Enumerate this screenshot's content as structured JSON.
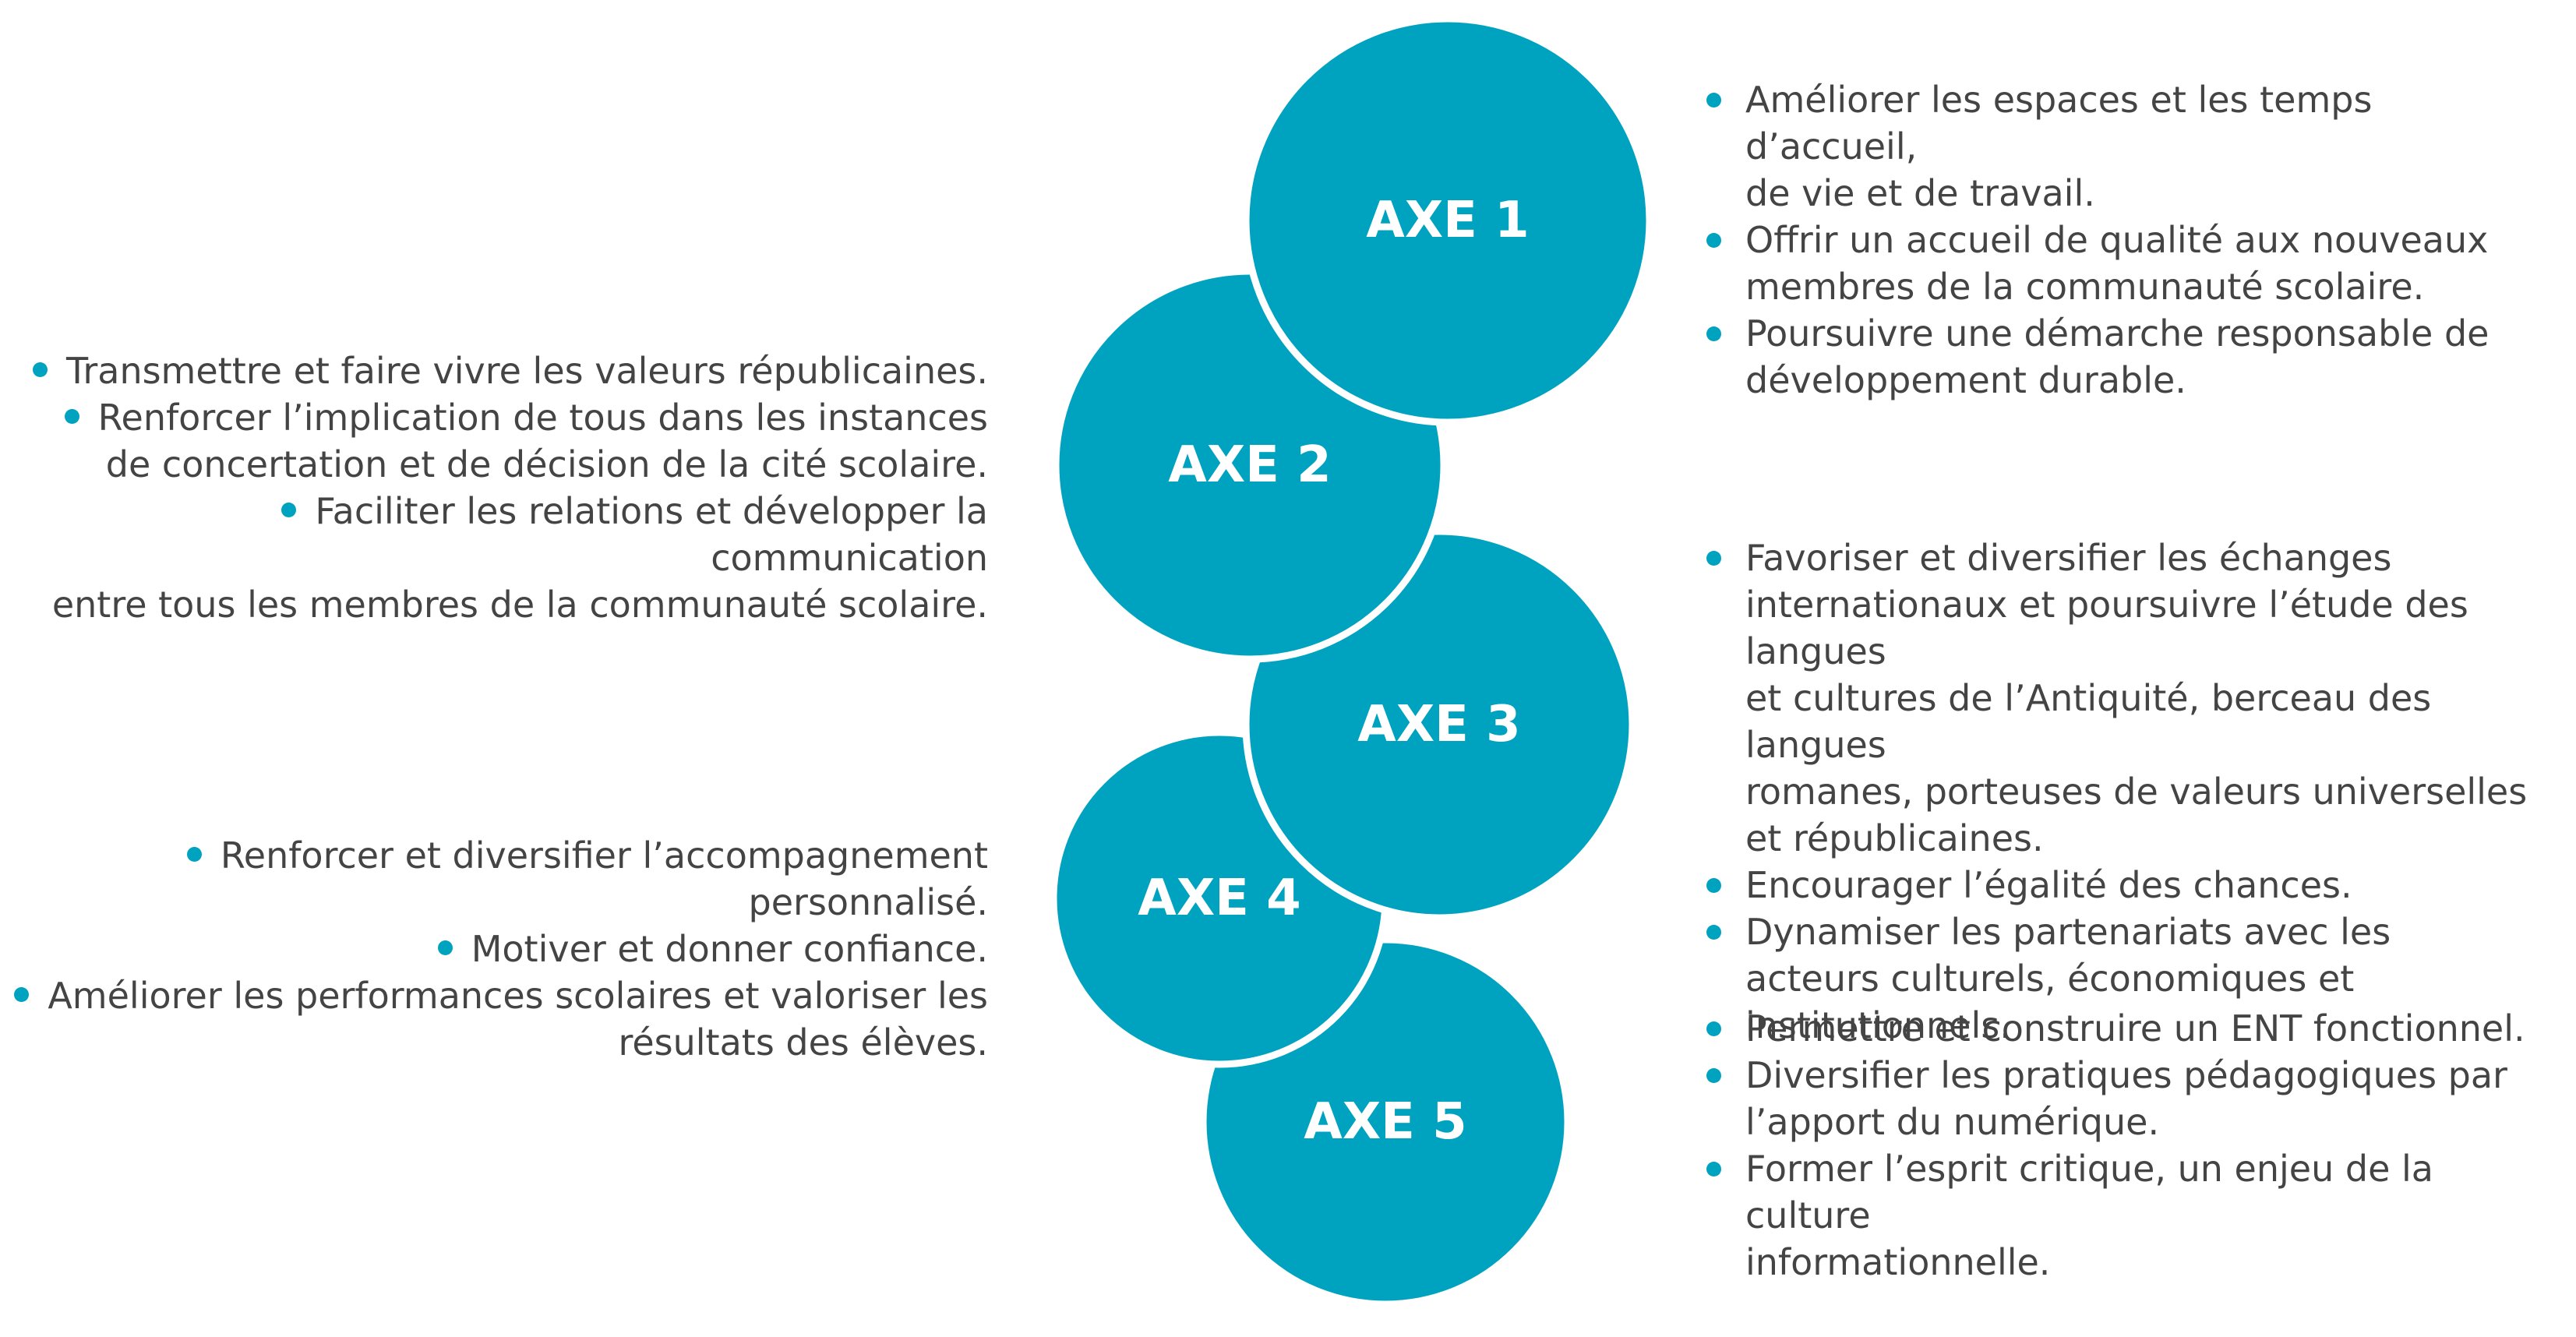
{
  "accent_color": "#00a3bf",
  "axes": [
    {
      "label": "AXE 1",
      "items": [
        [
          "Améliorer les espaces et les temps d’accueil,",
          "de vie et de travail."
        ],
        [
          "Offrir un accueil de qualité aux nouveaux",
          "membres de la communauté scolaire."
        ],
        [
          "Poursuivre une démarche responsable de",
          "développement durable."
        ]
      ]
    },
    {
      "label": "AXE 2",
      "items": [
        [
          "Transmettre et faire vivre les valeurs républicaines."
        ],
        [
          "Renforcer l’implication de tous dans les instances",
          "de concertation et de décision de la cité scolaire."
        ],
        [
          "Faciliter les relations et développer la communication",
          "entre tous les membres de la communauté scolaire."
        ]
      ]
    },
    {
      "label": "AXE 3",
      "items": [
        [
          "Favoriser et diversifier les échanges",
          "internationaux et poursuivre l’étude des langues",
          "et cultures de l’Antiquité, berceau des langues",
          "romanes, porteuses de valeurs universelles",
          "et républicaines."
        ],
        [
          "Encourager l’égalité des chances."
        ],
        [
          "Dynamiser les partenariats avec les",
          "acteurs culturels, économiques et institutionnels."
        ]
      ]
    },
    {
      "label": "AXE 4",
      "items": [
        [
          "Renforcer et diversifier l’accompagnement personnalisé."
        ],
        [
          "Motiver et donner confiance."
        ],
        [
          "Améliorer les performances scolaires et valoriser les",
          "résultats des élèves."
        ]
      ]
    },
    {
      "label": "AXE 5",
      "items": [
        [
          "Permettre et construire un ENT fonctionnel."
        ],
        [
          "Diversifier les pratiques pédagogiques par",
          "l’apport du numérique."
        ],
        [
          "Former l’esprit critique, un enjeu de la culture",
          "informationnelle."
        ]
      ]
    }
  ]
}
